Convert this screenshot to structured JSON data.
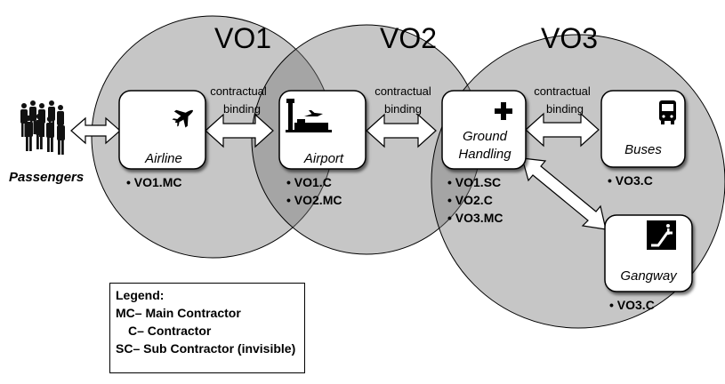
{
  "vos": [
    {
      "id": "vo1",
      "title": "VO1"
    },
    {
      "id": "vo2",
      "title": "VO2"
    },
    {
      "id": "vo3",
      "title": "VO3"
    }
  ],
  "passengers": {
    "label": "Passengers"
  },
  "edge_label": {
    "line1": "contractual",
    "line2": "binding"
  },
  "nodes": [
    {
      "id": "airline",
      "label": "Airline",
      "icon": "airplane-icon",
      "roles": [
        "VO1.MC"
      ]
    },
    {
      "id": "airport",
      "label": "Airport",
      "icon": "airport-tower-icon",
      "roles": [
        "VO1.C",
        "VO2.MC"
      ]
    },
    {
      "id": "ground",
      "label_lines": [
        "Ground",
        "Handling"
      ],
      "icon": "medical-cross-icon",
      "roles": [
        "VO1.SC",
        "VO2.C",
        "VO3.MC"
      ]
    },
    {
      "id": "buses",
      "label": "Buses",
      "icon": "bus-icon",
      "roles": [
        "VO3.C"
      ]
    },
    {
      "id": "gangway",
      "label": "Gangway",
      "icon": "escalator-icon",
      "roles": [
        "VO3.C"
      ]
    }
  ],
  "legend": {
    "title": "Legend:",
    "items": [
      "MC– Main Contractor",
      "C– Contractor",
      "SC– Sub Contractor (invisible)"
    ]
  }
}
